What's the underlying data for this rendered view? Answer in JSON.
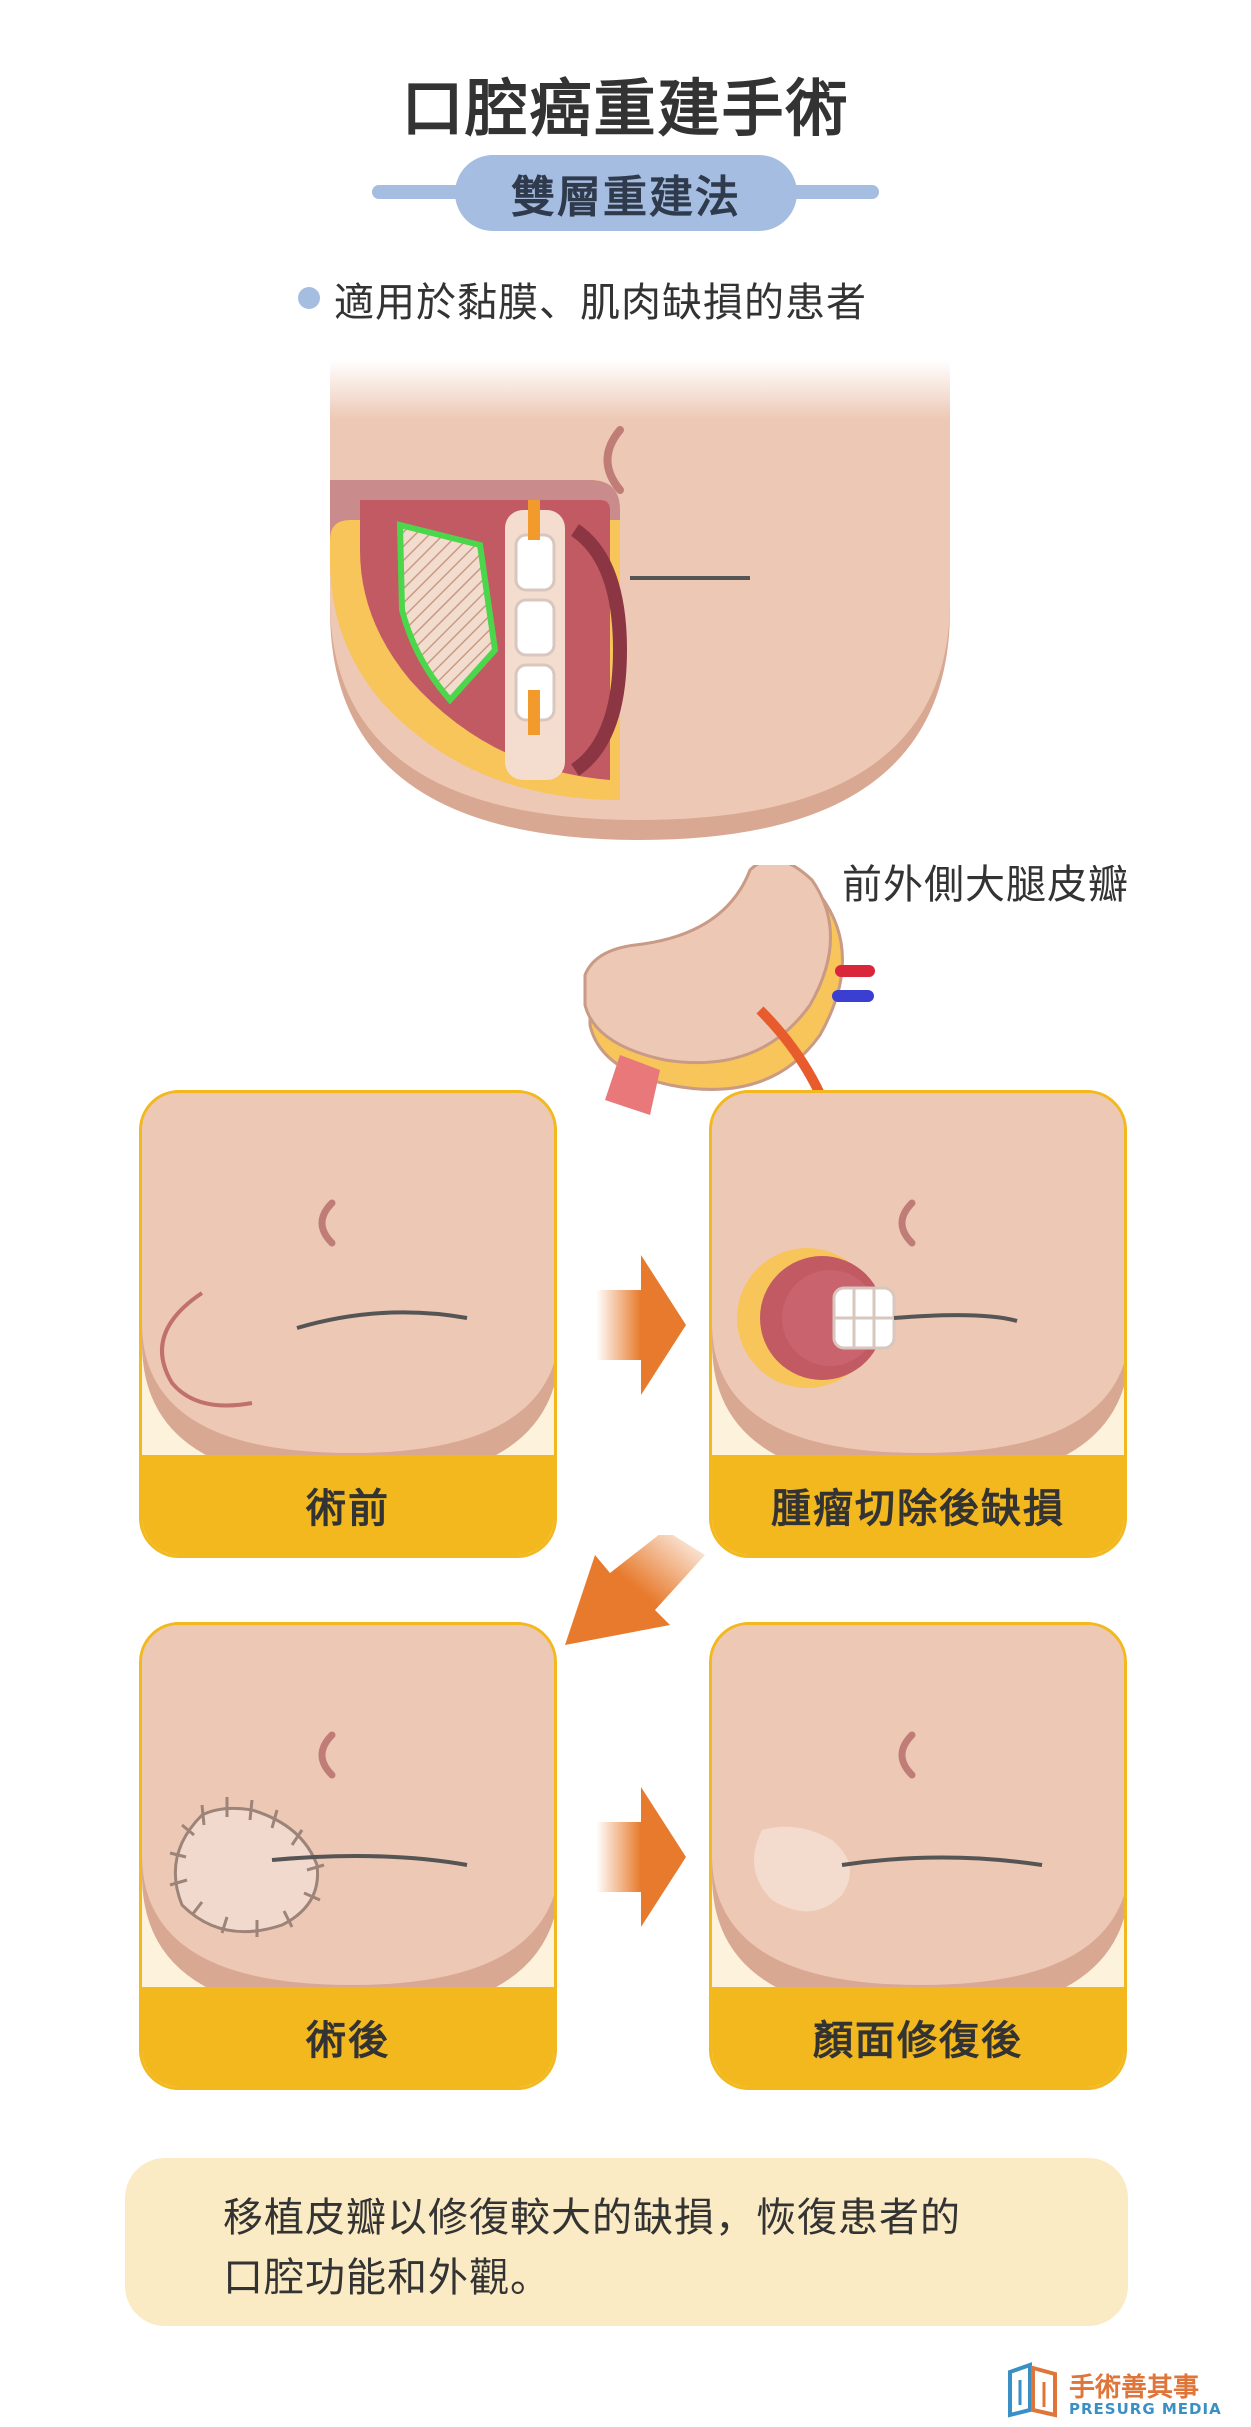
{
  "header": {
    "title": "口腔癌重建手術",
    "subtitle": "雙層重建法"
  },
  "bullet": {
    "text": "適用於黏膜、肌肉缺損的患者"
  },
  "flap": {
    "label": "前外側大腿皮瓣"
  },
  "steps": [
    {
      "label": "術前"
    },
    {
      "label": "腫瘤切除後缺損"
    },
    {
      "label": "術後"
    },
    {
      "label": "顏面修復後"
    }
  ],
  "note": {
    "line1": "移植皮瓣以修復較大的缺損，恢復患者的",
    "line2": "口腔功能和外觀。"
  },
  "logo": {
    "name_cn": "手術善其事",
    "name_en": "PRESURG MEDIA"
  },
  "colors": {
    "skin": "#edc8b4",
    "skin_shadow": "#d9a893",
    "accent_blue": "#a5bde0",
    "card_yellow": "#f2b81d",
    "arrow_orange": "#e77a2c",
    "flap_outline": "#4cd64c",
    "fat_yellow": "#f7c55a"
  }
}
